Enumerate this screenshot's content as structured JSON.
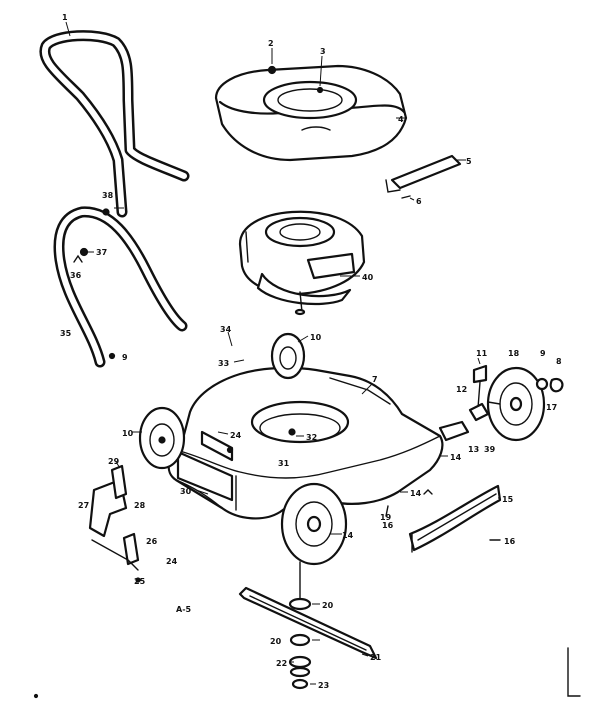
{
  "figure_code": "A-5",
  "callouts": {
    "c1": "1",
    "c2": "2",
    "c3": "3",
    "c4": "4",
    "c5": "5",
    "c6": "6",
    "c38a": "38",
    "c37": "37",
    "c36": "36",
    "c35": "35",
    "c9a": "9",
    "c40": "40",
    "c34": "34",
    "c33": "33",
    "c10a": "10",
    "c7": "7",
    "c11": "11",
    "c18": "18",
    "c9b": "9",
    "c8": "8",
    "c12": "12",
    "c17": "17",
    "c13": "13",
    "c39": "39",
    "c10b": "10",
    "c24a": "24",
    "c32": "32",
    "c31": "31",
    "c14a": "14",
    "c14b": "14",
    "c29": "29",
    "c28a": "28",
    "c27": "27",
    "c30": "30",
    "c16a": "16",
    "c15": "15",
    "c16b": "16",
    "c19": "19",
    "c14c": "14",
    "c26": "26",
    "c24b": "24",
    "c25": "25",
    "c20": "20",
    "c20b": "20",
    "c21": "21",
    "c22": "22",
    "c23": "23"
  }
}
